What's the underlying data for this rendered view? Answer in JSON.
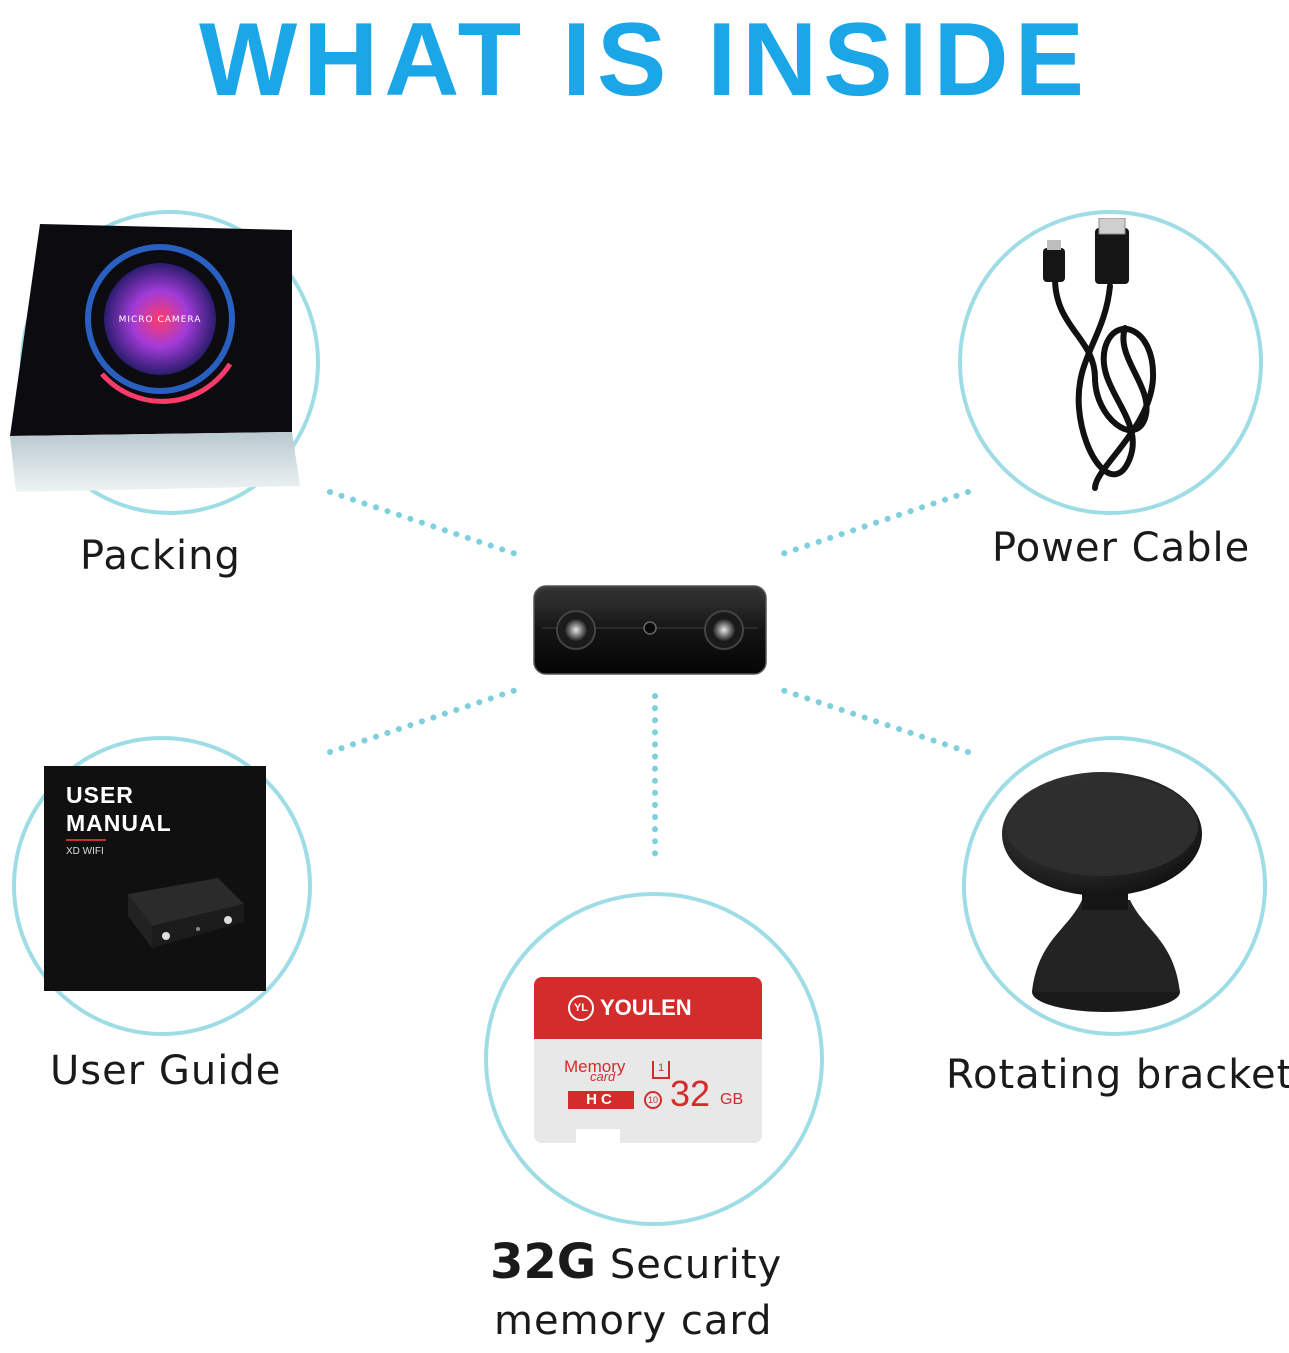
{
  "title": "WHAT IS INSIDE",
  "items": {
    "packing": {
      "label": "Packing",
      "box_text": "MICRO  CAMERA"
    },
    "power_cable": {
      "label": "Power Cable"
    },
    "user_guide": {
      "label": "User Guide",
      "manual_title_1": "USER",
      "manual_title_2": "MANUAL",
      "manual_subtitle": "XD WIFI"
    },
    "rotating_bracket": {
      "label": "Rotating bracket"
    },
    "memory_card": {
      "label_bold": "32G",
      "label_rest": " Security",
      "label_line2": "memory card",
      "brand_mark": "YL",
      "brand": "YOULEN",
      "card_text_1": "Memory",
      "card_text_2": "card",
      "capacity": "32",
      "unit": "GB",
      "class_badge": "10",
      "uhs_badge": "1",
      "hc_badge": "HC"
    }
  },
  "colors": {
    "title": "#1ba6e8",
    "ring": "#9fdde6",
    "dots": "#7fd0dc",
    "card_red": "#d42b2b"
  }
}
